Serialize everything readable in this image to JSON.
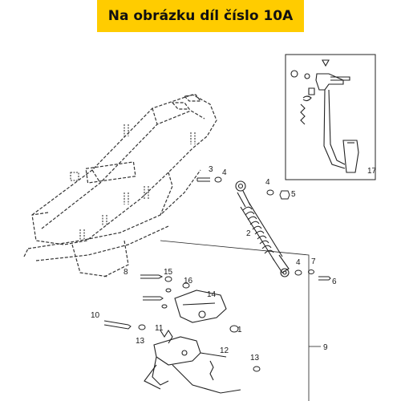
{
  "banner": {
    "text": "Na obrázku díl číslo 10A",
    "background": "#ffcc00"
  },
  "parts": {
    "p1": "1",
    "p2": "2",
    "p3": "3",
    "p4a": "4",
    "p4b": "4",
    "p4c": "4",
    "p5": "5",
    "p6": "6",
    "p7": "7",
    "p8": "8",
    "p9": "9",
    "p10": "10",
    "p11": "11",
    "p12": "12",
    "p13a": "13",
    "p13b": "13",
    "p14": "14",
    "p15": "15",
    "p16": "16",
    "p17": "17"
  },
  "colors": {
    "line": "#2a2a2a",
    "frame_dash": "#333333"
  }
}
